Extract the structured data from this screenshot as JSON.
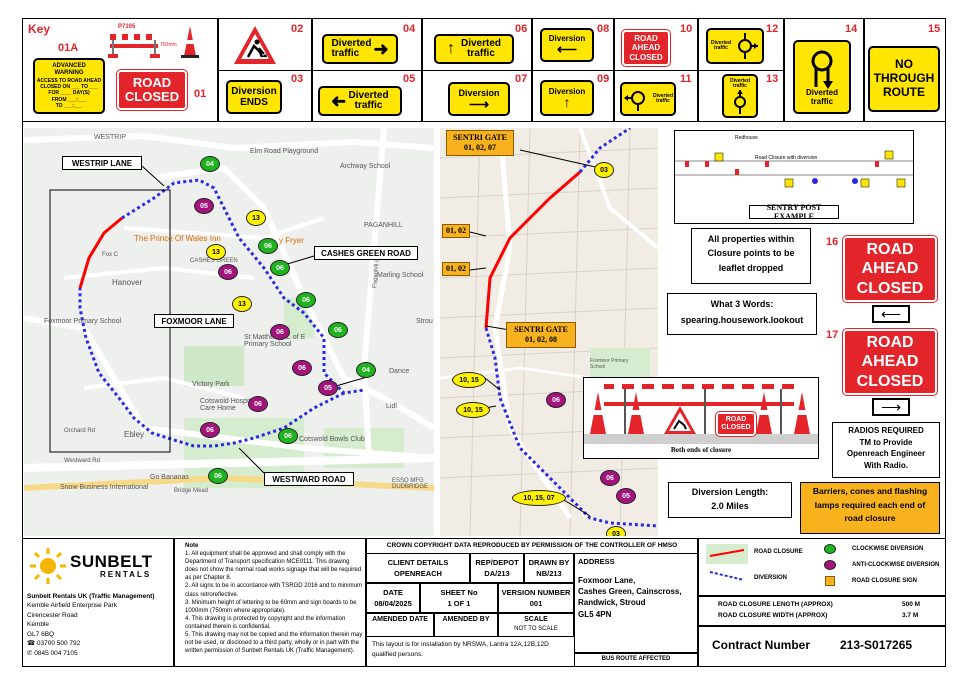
{
  "key": {
    "title": "Key",
    "items": {
      "n01a": "01A",
      "n01": "01",
      "n02": "02",
      "n03": "03",
      "n04": "04",
      "n05": "05",
      "n06": "06",
      "n07": "07",
      "n08": "08",
      "n09": "09",
      "n10": "10",
      "n11": "11",
      "n12": "12",
      "n13": "13",
      "n14": "14",
      "n15": "15"
    },
    "barrier_code": "P7105",
    "barrier_dim": "750mm",
    "advance_warning": [
      "ADVANCED",
      "WARNING",
      "ACCESS TO ROAD AHEAD",
      "CLOSED ON ___ TO ___",
      "FOR ____ DAY(S)",
      "FROM ___:___",
      "TO ___:___"
    ],
    "road_closed": [
      "ROAD",
      "CLOSED"
    ],
    "diversion_ends": [
      "Diversion",
      "ENDS"
    ],
    "diverted_traffic": [
      "Diverted",
      "traffic"
    ],
    "diversion": "Diversion",
    "road_ahead_closed": [
      "ROAD",
      "AHEAD",
      "CLOSED"
    ],
    "diverted_traffic_small": [
      "Diverted",
      "traffic"
    ],
    "no_through_route": [
      "NO",
      "THROUGH",
      "ROUTE"
    ]
  },
  "map_left": {
    "roads": {
      "westrip_lane": "WESTRIP LANE",
      "cashes_green_road": "CASHES GREEN ROAD",
      "foxmoor_lane": "FOXMOOR LANE",
      "westward_road": "WESTWARD ROAD"
    },
    "places": {
      "westrip": "WESTRIP",
      "elm_road": "Elm Road Playground",
      "archway": "Archway School",
      "paganhill": "PAGANHILL",
      "prince_of_wales": "The Prince Of Wales Inn",
      "fryer": "y Fryer",
      "cashes_green": "CASHES GREEN",
      "hanover": "Hanover",
      "marling": "Marling School",
      "foxmoor_school": "Foxmoor Primary School",
      "st_matthews": "St Matthew's C of E Primary School",
      "victory_park": "Victory Park",
      "cotswold": "Cotswold Hospital Care Home",
      "bowls": "Cotswold Bowls Club",
      "lidl": "Lidl",
      "ebley": "Ebley",
      "westward_rd": "Westward Rd",
      "go_bananas": "Go Bananas",
      "snow_business": "Snow Business International",
      "esso": "ESSO MFG DUDBRIDGE",
      "stroud": "Strou",
      "dance": "Dance",
      "paganhill_ln": "Paganhill Ln",
      "orchard": "Orchard Rd",
      "bridge": "Bridge Mead",
      "fox": "Fox C"
    },
    "pins": [
      "04",
      "05",
      "13",
      "06",
      "13",
      "06",
      "13",
      "06",
      "06",
      "06",
      "06",
      "05",
      "04",
      "06",
      "06",
      "06",
      "06",
      "06"
    ]
  },
  "map_right": {
    "sentri_gate_top": [
      "SENTRI GATE",
      "01, 02, 07"
    ],
    "sentri_gate_mid": [
      "SENTRI GATE",
      "01, 02, 08"
    ],
    "tags": [
      "01, 02",
      "01, 02"
    ],
    "pins": [
      "03",
      "10, 15",
      "10, 15",
      "06",
      "06",
      "05",
      "10, 15, 07",
      "03"
    ],
    "school": "Foxmoor Primary School"
  },
  "sentry": {
    "label": "SENTRY POST EXAMPLE",
    "annotations": [
      "Road Closure with diversion",
      "Redhouse"
    ]
  },
  "info": {
    "leaflet": [
      "All properties within",
      "Closure points to be",
      "leaflet dropped"
    ],
    "w3w_title": "What 3 Words:",
    "w3w_value": "spearing.housework.lookout",
    "both_ends": "Both ends of closure",
    "barrier_sign": [
      "ROAD",
      "CLOSED"
    ],
    "diversion_length_title": "Diversion Length:",
    "diversion_length_value": "2.0 Miles",
    "barriers_note": [
      "Barriers, cones and flashing",
      "lamps required each end of",
      "road closure"
    ],
    "radios": [
      "RADIOS REQUIRED",
      "TM to Provide",
      "Openreach Engineer",
      "With Radio."
    ]
  },
  "right_signs": {
    "n16": "16",
    "n17": "17",
    "sign16": [
      "ROAD",
      "AHEAD",
      "CLOSED"
    ],
    "sign17": [
      "ROAD",
      "AHEAD",
      "CLOSED"
    ]
  },
  "footer": {
    "company_name": "SUNBELT",
    "company_sub": "RENTALS",
    "address": [
      "Sunbelt Rentals UK (Traffic Management)",
      "Kemble Airfield Enterprise Park",
      "Cirencester Road",
      "Kemble",
      "GL7 6BQ",
      "☎ 03700 500 792",
      "✆ 0845 004 7105"
    ],
    "note_title": "Note",
    "notes": [
      "1. All equipment shall be approved and shall comply with the Department of Transport specification MCE0111. This drawing does not show the normal road works signage that will be required as per Chapter 8.",
      "2. All signs to be in accordance with TSRGD 2016 and to minimum class retroreflective.",
      "3. Minimum height of lettering to be 60mm and sign boards to be 1000mm (750mm where appropriate).",
      "4. This drawing is protected by copyright and the information contained therein is confidential.",
      "5. This drawing may not be copied and the information therein may not be used, or disclosed to a third party, wholly or in part with the written permission of Sunbelt Rentals UK (Traffic Management)."
    ],
    "crown": "CROWN COPYRIGHT DATA REPRODUCED BY PERMISSION OF THE CONTROLLER OF HMSO",
    "client_details_label": "CLIENT DETAILS",
    "client_details_value": "OPENREACH",
    "rep_depot_label": "REP/DEPOT",
    "rep_depot_value": "DA/213",
    "drawn_by_label": "DRAWN BY",
    "drawn_by_value": "NB/213",
    "date_label": "DATE",
    "date_value": "08/04/2025",
    "sheet_label": "SHEET No",
    "sheet_value": "1 OF 1",
    "version_label": "VERSION NUMBER",
    "version_value": "001",
    "amended_date_label": "AMENDED DATE",
    "amended_by_label": "AMENDED BY",
    "scale_label": "SCALE",
    "scale_value": "NOT TO SCALE",
    "layout_note": "This layout is for installation by NRSWA, Lantra 12A,12B,12D qualified persons.",
    "address_label": "ADDRESS",
    "address_value": [
      "Foxmoor Lane,",
      "Cashes Green, Cainscross,",
      "Randwick, Stroud",
      "GL5 4PN"
    ],
    "bus_route": "BUS ROUTE AFFECTED",
    "legend": {
      "road_closure": "ROAD CLOSURE",
      "diversion": "DIVERSION",
      "clockwise": "CLOCKWISE DIVERSION",
      "anti_clockwise": "ANTI-CLOCKWISE DIVERSION",
      "closure_sign": "ROAD CLOSURE SIGN"
    },
    "length_label": "ROAD CLOSURE LENGTH (APPROX)",
    "length_value": "500 M",
    "width_label": "ROAD CLOSURE WIDTH (APPROX)",
    "width_value": "3.7 M",
    "contract_label": "Contract Number",
    "contract_value": "213-S017265"
  },
  "colors": {
    "sign_red": "#e3242b",
    "sign_yellow": "#ffe500",
    "diversion_blue": "#2a2ae0",
    "closure_red": "#ff0000",
    "pin_green": "#20b320",
    "pin_purple": "#a3157d",
    "pin_yellow": "#fff200",
    "callout_orange": "#f7b21d"
  }
}
